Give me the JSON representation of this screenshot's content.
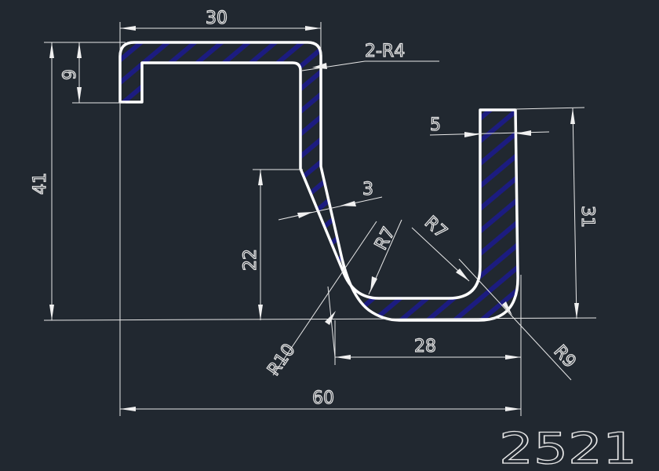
{
  "colors": {
    "background": "#212830",
    "outline": "#ffffff",
    "hatch": "#1c1c80",
    "dimension": "#e8e8e8"
  },
  "dimensions": {
    "top_width": "30",
    "corner_radius": "2-R4",
    "lip_height": "9",
    "total_height": "41",
    "right_thickness": "5",
    "wall_thickness": "3",
    "left_height": "22",
    "right_height": "31",
    "inner_radius_left": "R7",
    "inner_radius_right": "R7",
    "outer_radius_left": "R10",
    "outer_radius_right": "R9",
    "bottom_width": "28",
    "total_width": "60"
  },
  "part_number": "2521"
}
